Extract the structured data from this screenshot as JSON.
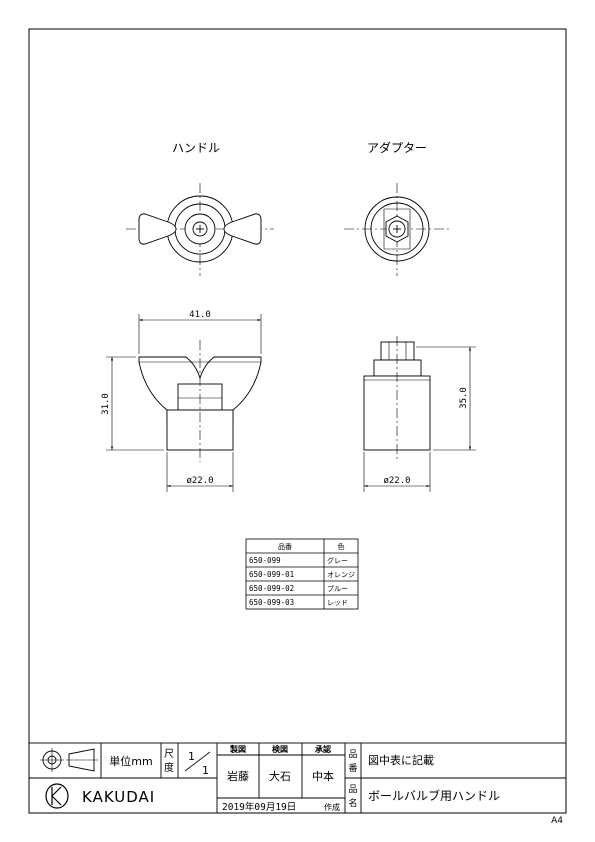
{
  "views": {
    "handle_title": "ハンドル",
    "adapter_title": "アダプター"
  },
  "dimensions": {
    "handle_width": "41.0",
    "handle_height": "31.0",
    "handle_diameter": "ø22.0",
    "adapter_height": "35.0",
    "adapter_diameter": "ø22.0"
  },
  "parts_table": {
    "headers": [
      "品番",
      "色"
    ],
    "rows": [
      [
        "650-099",
        "グレー"
      ],
      [
        "650-099-01",
        "オレンジ"
      ],
      [
        "650-099-02",
        "ブルー"
      ],
      [
        "650-099-03",
        "レッド"
      ]
    ]
  },
  "title_block": {
    "unit_label": "単位mm",
    "scale_label_1": "尺",
    "scale_label_2": "度",
    "scale_num": "1",
    "scale_den": "1",
    "role_labels": [
      "製図",
      "検図",
      "承認"
    ],
    "role_names": [
      "岩藤",
      "大石",
      "中本"
    ],
    "part_no_label_1": "品",
    "part_no_label_2": "番",
    "part_no_value": "図中表に記載",
    "part_name_label_1": "品",
    "part_name_label_2": "名",
    "part_name_value": "ボールバルブ用ハンドル",
    "date": "2019年09月19日",
    "date_suffix": "作成",
    "company": "KAKUDAI",
    "paper_size": "A4"
  },
  "icons": [
    "projection-symbol-icon",
    "kakudai-logo-icon"
  ]
}
